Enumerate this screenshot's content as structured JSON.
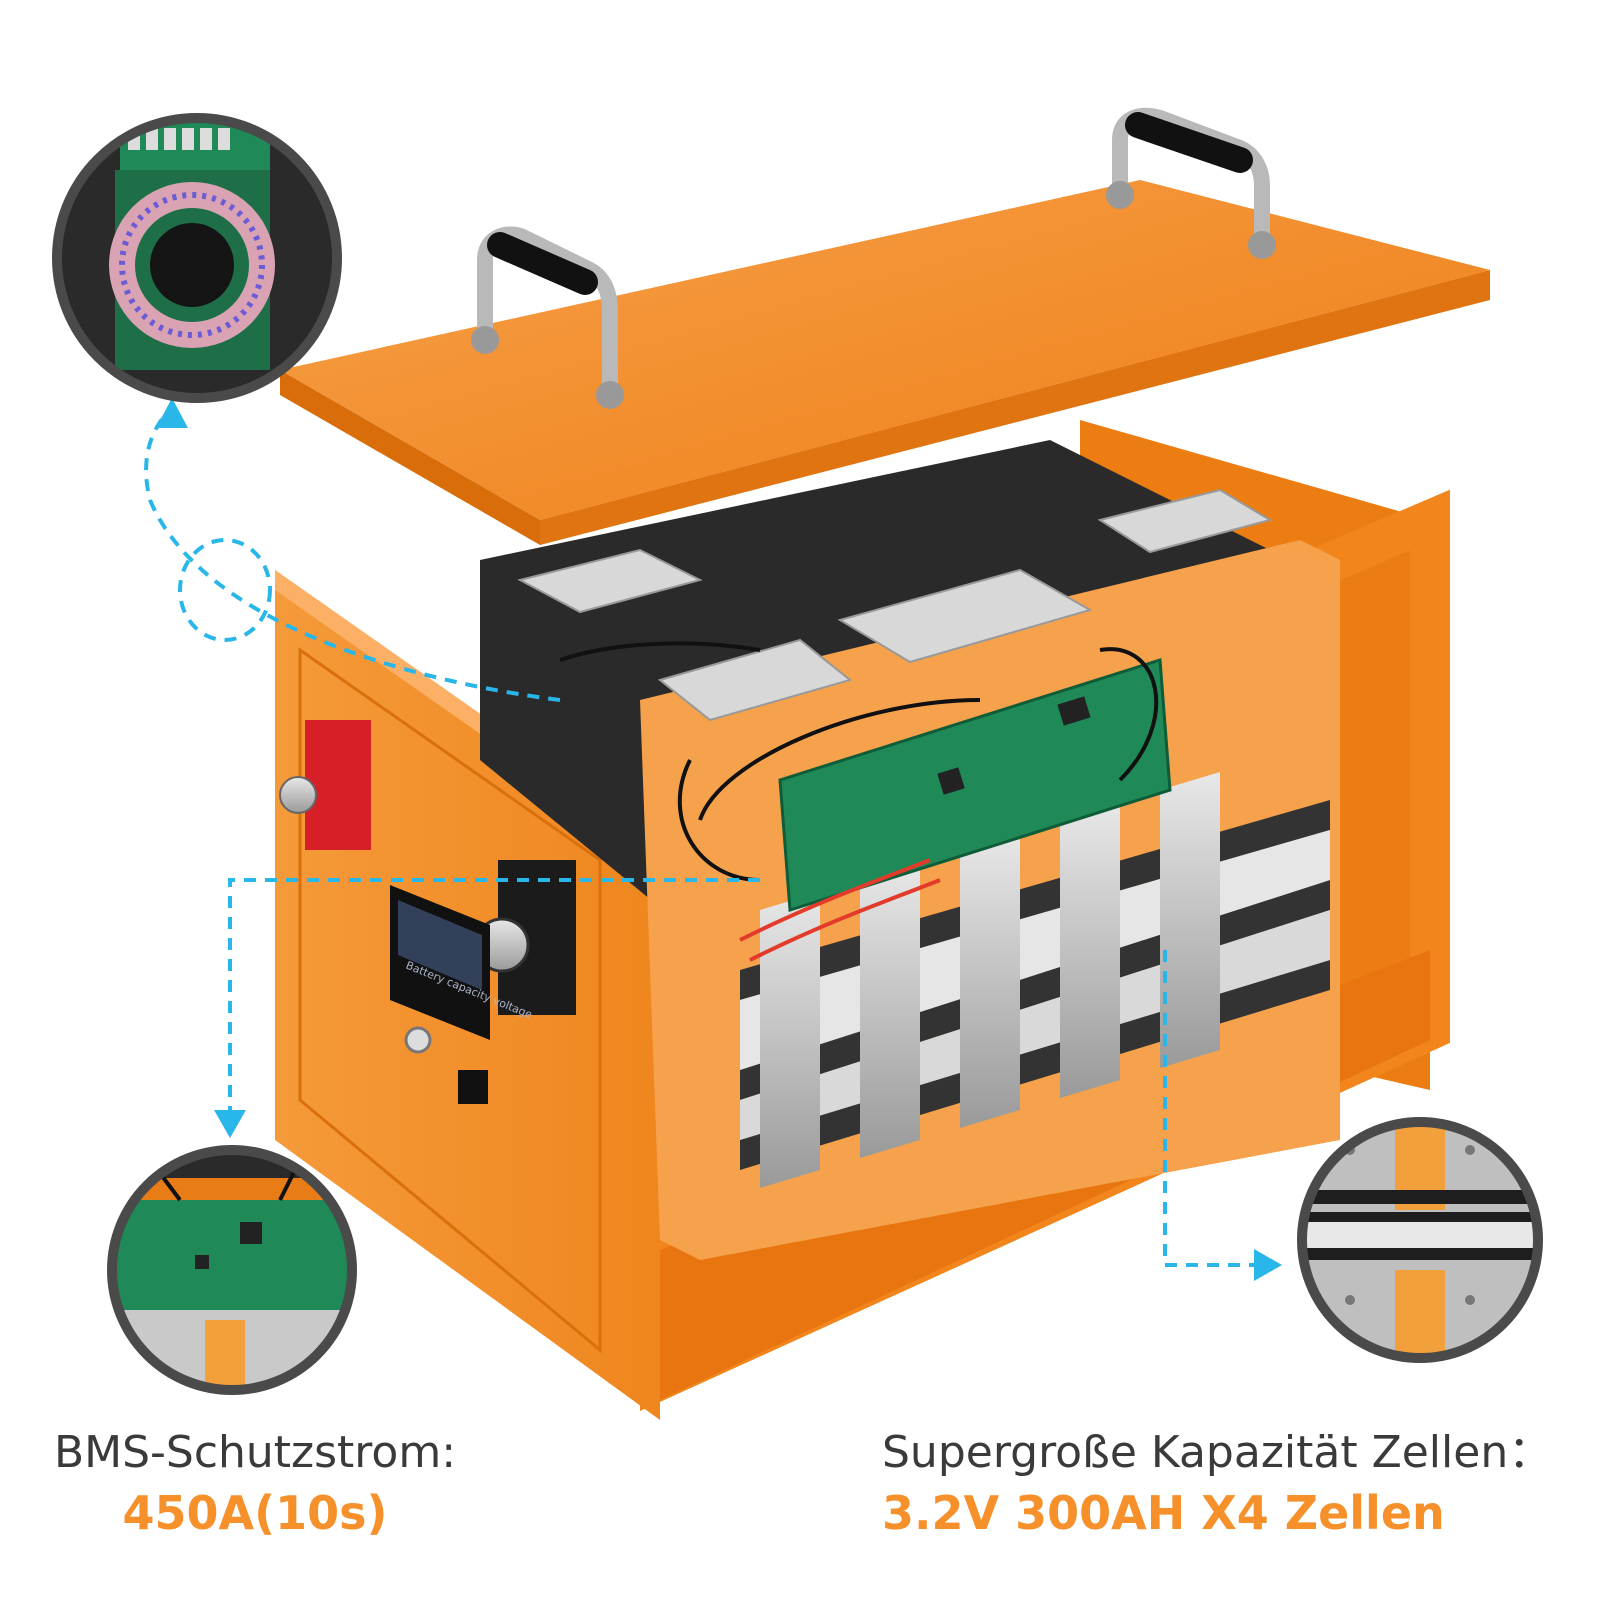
{
  "colors": {
    "accent": "#f6902a",
    "case_orange": "#f5891e",
    "case_dark": "#d86d0a",
    "arrow_blue": "#29b6e8",
    "pcb_green": "#1f8a58",
    "text_gray": "#3a3a3a"
  },
  "captions": {
    "left": {
      "title": "BMS-Schutzstrom:",
      "value": "450A(10s)"
    },
    "right": {
      "title": "Supergroße Kapazität Zellen：",
      "value": "3.2V 300AH X4 Zellen"
    }
  },
  "callouts": {
    "top_left": "toroid-inductor-closeup",
    "bottom_left": "bms-board-closeup",
    "bottom_right": "busbar-closeup"
  },
  "display_text": "Battery capacity voltage"
}
